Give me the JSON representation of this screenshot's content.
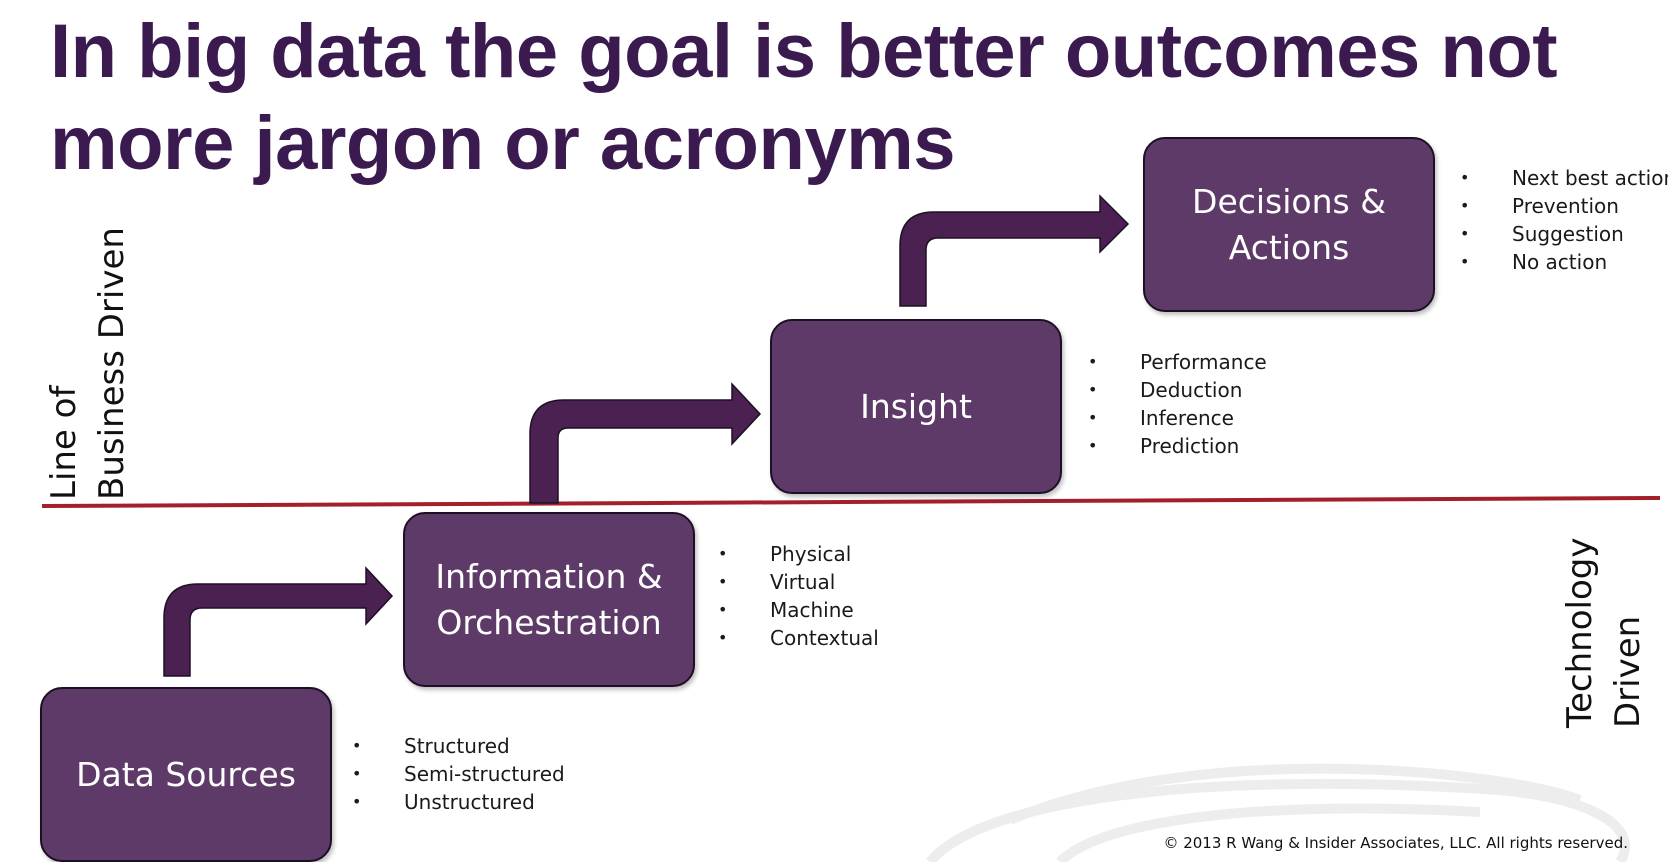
{
  "title": "In big data the goal is better outcomes not more jargon or acronyms",
  "labels": {
    "business": "Line of\nBusiness Driven",
    "technology": "Technology\nDriven"
  },
  "boxes": [
    {
      "label": "Data Sources",
      "bullets": [
        "Structured",
        "Semi-structured",
        "Unstructured"
      ]
    },
    {
      "label": "Information &\nOrchestration",
      "bullets": [
        "Physical",
        "Virtual",
        "Machine",
        "Contextual"
      ]
    },
    {
      "label": "Insight",
      "bullets": [
        "Performance",
        "Deduction",
        "Inference",
        "Prediction"
      ]
    },
    {
      "label": "Decisions &\nActions",
      "bullets": [
        "Next best action",
        "Prevention",
        "Suggestion",
        "No action"
      ]
    }
  ],
  "copyright": "© 2013 R Wang & Insider Associates, LLC.  All rights reserved.",
  "colors": {
    "box": "#5e3a68",
    "arrow": "#4a2150",
    "divider": "#a3202a",
    "title": "#3a1a4f"
  }
}
